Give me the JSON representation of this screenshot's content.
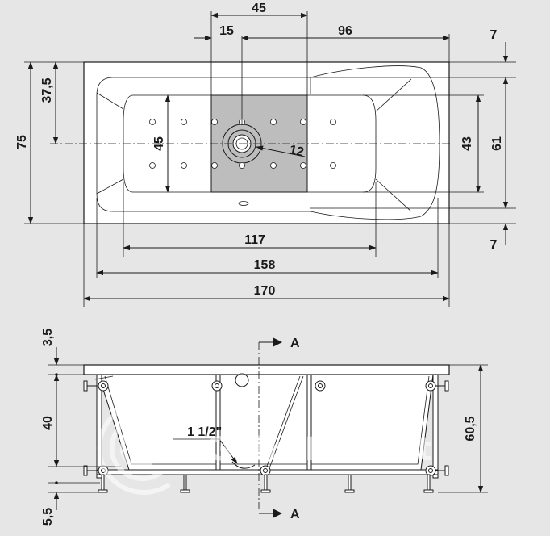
{
  "top_view": {
    "dims": {
      "w45": "45",
      "w15": "15",
      "w96": "96",
      "d7_top": "7",
      "d37_5": "37,5",
      "d75": "75",
      "d45_left": "45",
      "r12": "12",
      "d43": "43",
      "d61": "61",
      "d7_bottom": "7",
      "w117": "117",
      "w158": "158",
      "w170": "170"
    }
  },
  "side_view": {
    "dims": {
      "h3_5": "3,5",
      "h40": "40",
      "h5_5": "5,5",
      "h60_5": "60,5",
      "pipe": "1 1/2\""
    },
    "section_label_top": "A",
    "section_label_bottom": "A"
  },
  "watermark": "GidroMarket",
  "colors": {
    "background": "#e6e6e6",
    "panel": "#ffffff",
    "plate": "#bdbdbd",
    "ink": "#1a1a1a"
  }
}
